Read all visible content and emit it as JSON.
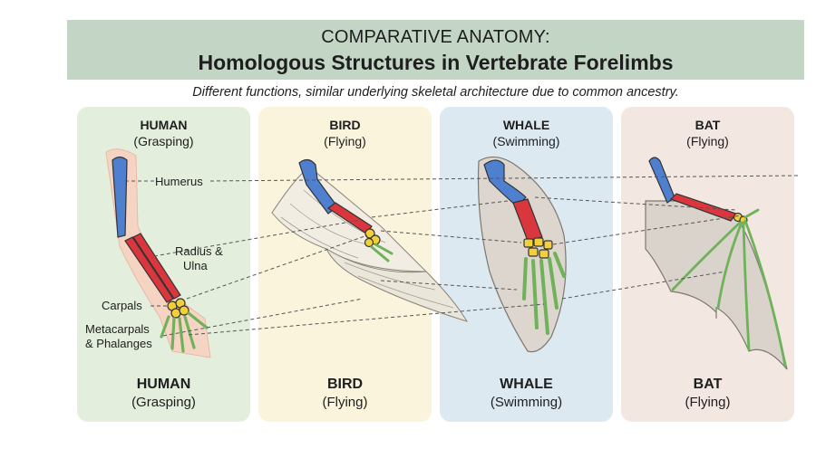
{
  "header": {
    "kicker": "COMPARATIVE ANATOMY:",
    "title": "Homologous Structures in Vertebrate Forelimbs"
  },
  "subtitle": "Different functions, similar underlying skeletal architecture due to common ancestry.",
  "panels": [
    {
      "name": "HUMAN",
      "function": "(Grasping)"
    },
    {
      "name": "BIRD",
      "function": "(Flying)"
    },
    {
      "name": "WHALE",
      "function": "(Swimming)"
    },
    {
      "name": "BAT",
      "function": "(Flying)"
    }
  ],
  "labels": {
    "humerus": "Humerus",
    "radius_ulna_1": "Radius &",
    "radius_ulna_2": "Ulna",
    "carpals": "Carpals",
    "metacarpals_1": "Metacarpals",
    "metacarpals_2": "& Phalanges"
  },
  "colors": {
    "humerus": "#4f7fcf",
    "radius_ulna": "#d9363e",
    "carpals": "#f3cf3a",
    "phalanges": "#6fb25a",
    "header_bg": "#c3d6c5"
  }
}
